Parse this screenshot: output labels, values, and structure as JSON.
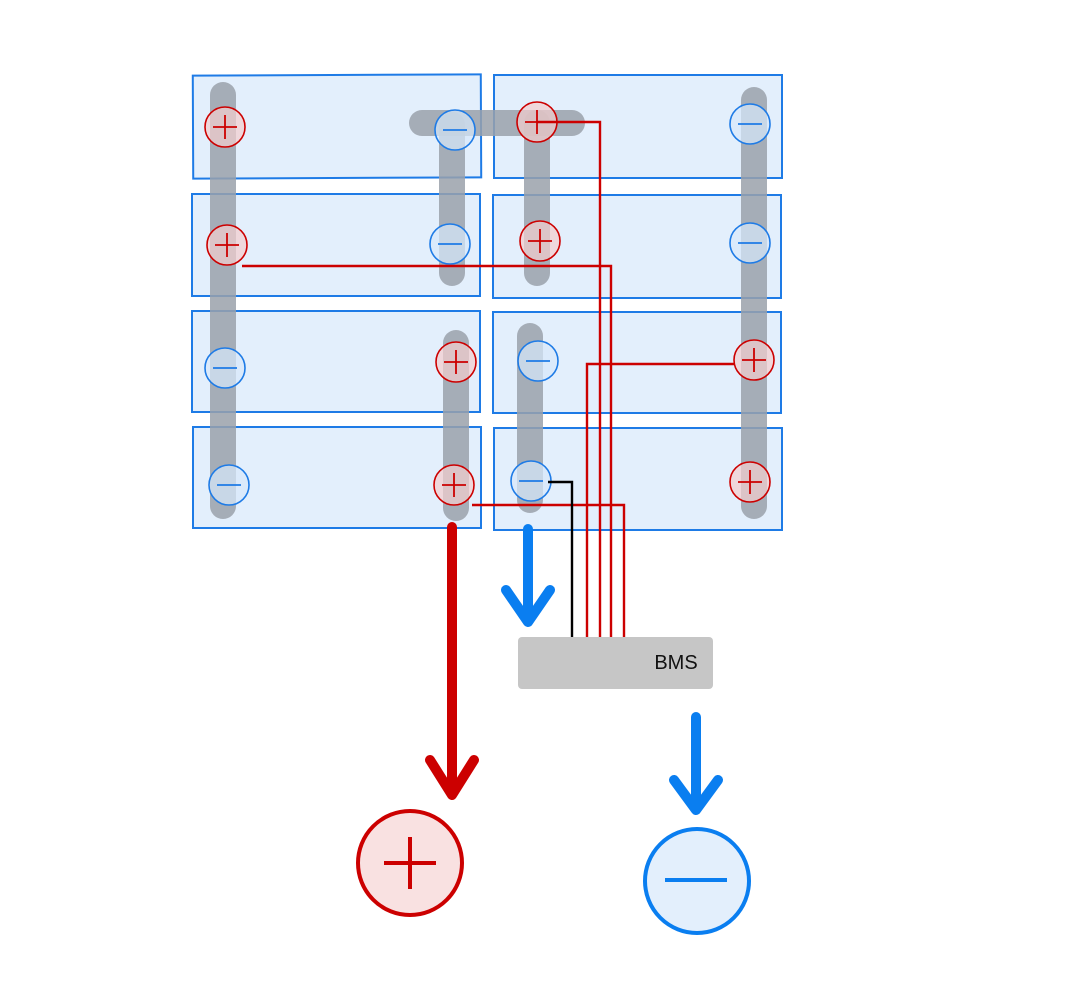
{
  "bms": {
    "label": "BMS"
  },
  "colors": {
    "positive": "#cc0000",
    "negative": "#0a7ef0",
    "cell_fill": "#e3effc",
    "busbar": "#9aa1aa",
    "bms_fill": "#c6c6c6"
  },
  "icons": {
    "positive_terminal": "plus-in-circle",
    "negative_terminal": "minus-in-circle"
  },
  "cells": [
    {
      "id": "L1",
      "column": "left",
      "row": 1,
      "left_terminal": "+",
      "right_terminal": "−"
    },
    {
      "id": "L2",
      "column": "left",
      "row": 2,
      "left_terminal": "+",
      "right_terminal": "−"
    },
    {
      "id": "L3",
      "column": "left",
      "row": 3,
      "left_terminal": "−",
      "right_terminal": "+"
    },
    {
      "id": "L4",
      "column": "left",
      "row": 4,
      "left_terminal": "−",
      "right_terminal": "+"
    },
    {
      "id": "R1",
      "column": "right",
      "row": 1,
      "left_terminal": "+",
      "right_terminal": "−"
    },
    {
      "id": "R2",
      "column": "right",
      "row": 2,
      "left_terminal": "+",
      "right_terminal": "−"
    },
    {
      "id": "R3",
      "column": "right",
      "row": 3,
      "left_terminal": "−",
      "right_terminal": "+"
    },
    {
      "id": "R4",
      "column": "right",
      "row": 4,
      "left_terminal": "−",
      "right_terminal": "+"
    }
  ],
  "outputs": {
    "positive_symbol": "+",
    "negative_symbol": "−"
  }
}
